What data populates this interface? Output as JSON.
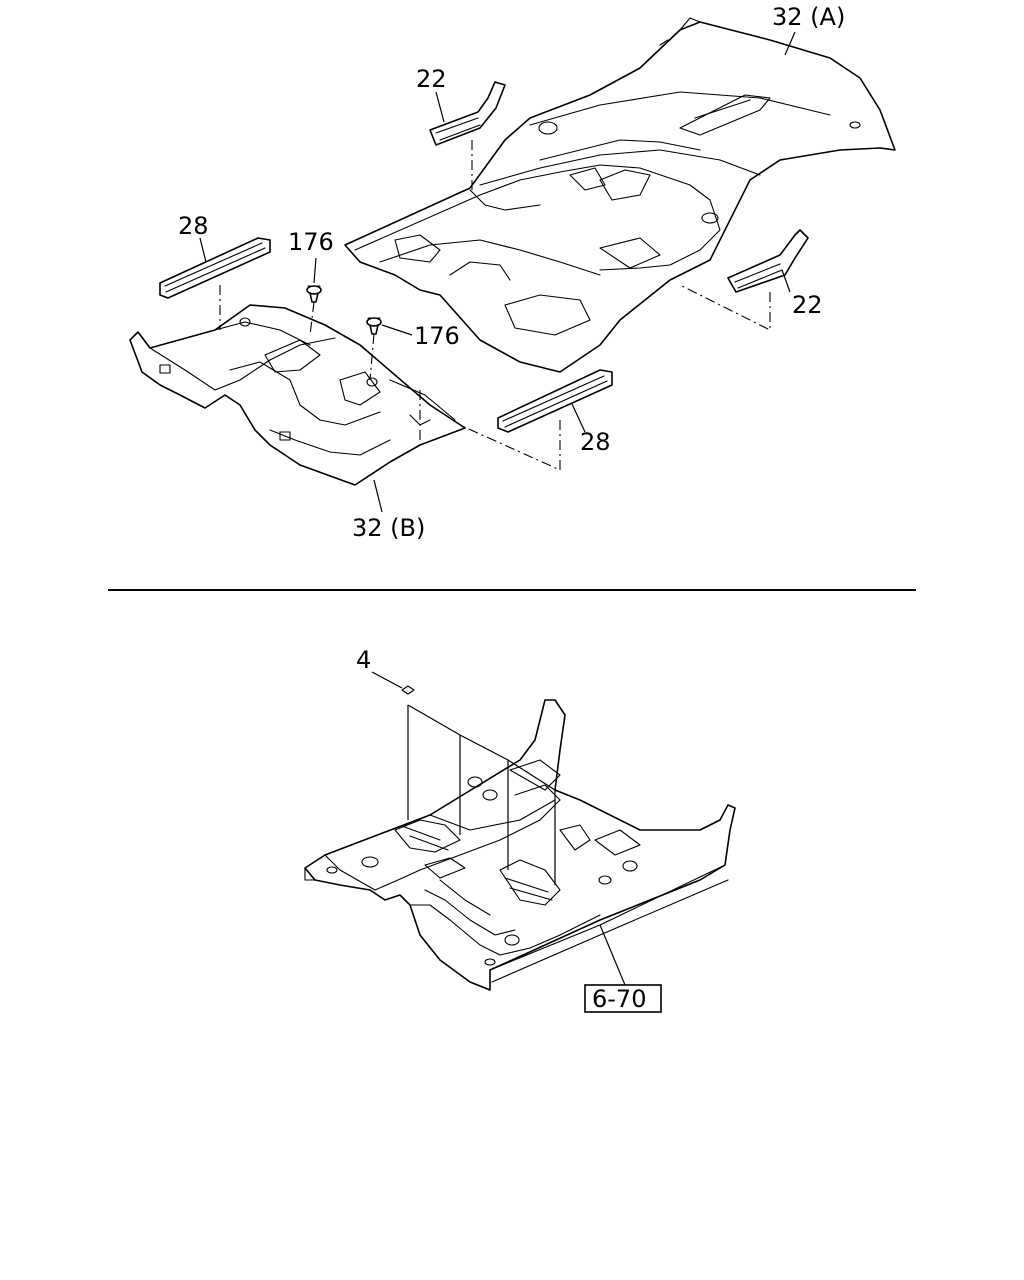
{
  "callouts": {
    "carpet_front": "32 (A)",
    "carpet_rear": "32 (B)",
    "plate_upper": "22",
    "plate_right": "22",
    "plate_left": "28",
    "plate_center": "28",
    "clip_upper": "176",
    "clip_lower": "176",
    "pad": "4"
  },
  "reference": {
    "floor_panel": "6-70"
  }
}
